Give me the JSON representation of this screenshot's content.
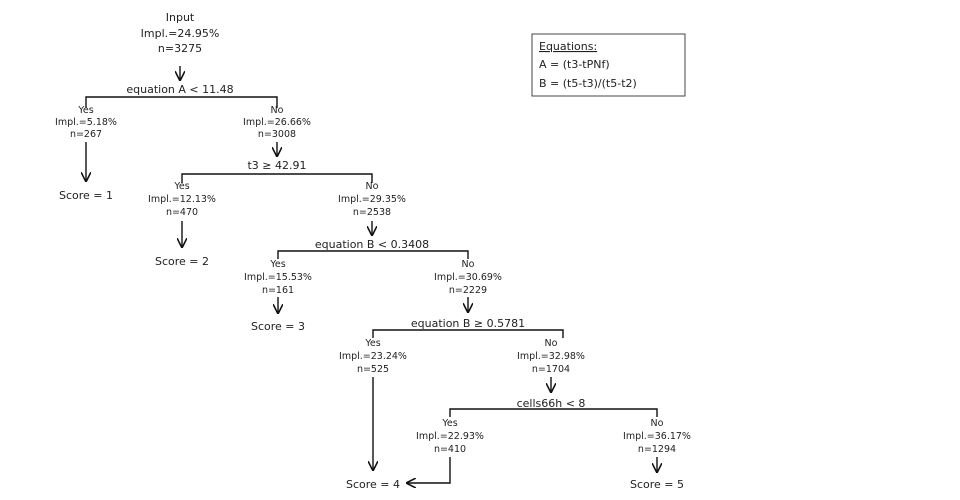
{
  "root": {
    "title": "Input",
    "impl": "Impl.=24.95%",
    "n": "n=3275"
  },
  "splits": {
    "s1": "equation A < 11.48",
    "s2": "t3 ≥ 42.91",
    "s3": "equation B < 0.3408",
    "s4": "equation B ≥ 0.5781",
    "s5": "cells66h < 8"
  },
  "nodes": {
    "yes1": {
      "label": "Yes",
      "impl": "Impl.=5.18%",
      "n": "n=267"
    },
    "no1": {
      "label": "No",
      "impl": "Impl.=26.66%",
      "n": "n=3008"
    },
    "yes2": {
      "label": "Yes",
      "impl": "Impl.=12.13%",
      "n": "n=470"
    },
    "no2": {
      "label": "No",
      "impl": "Impl.=29.35%",
      "n": "n=2538"
    },
    "yes3": {
      "label": "Yes",
      "impl": "Impl.=15.53%",
      "n": "n=161"
    },
    "no3": {
      "label": "No",
      "impl": "Impl.=30.69%",
      "n": "n=2229"
    },
    "yes4": {
      "label": "Yes",
      "impl": "Impl.=23.24%",
      "n": "n=525"
    },
    "no4": {
      "label": "No",
      "impl": "Impl.=32.98%",
      "n": "n=1704"
    },
    "yes5": {
      "label": "Yes",
      "impl": "Impl.=22.93%",
      "n": "n=410"
    },
    "no5": {
      "label": "No",
      "impl": "Impl.=36.17%",
      "n": "n=1294"
    }
  },
  "scores": {
    "score1": "Score = 1",
    "score2": "Score = 2",
    "score3": "Score = 3",
    "score4": "Score = 4",
    "score5": "Score = 5"
  },
  "equations": {
    "title": "Equations:",
    "a": "A = (t3-tPNf)",
    "b": "B = (t5-t3)/(t5-t2)"
  }
}
